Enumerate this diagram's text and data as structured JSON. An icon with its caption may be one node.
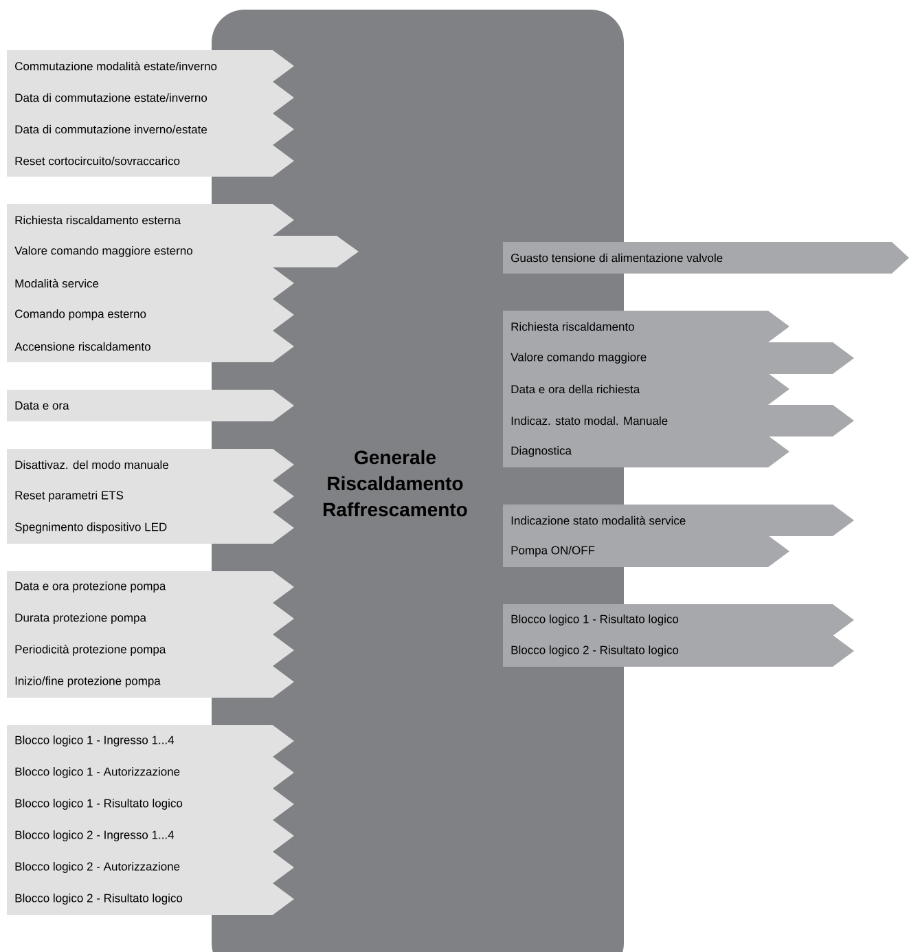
{
  "diagram": {
    "nodes": [
      {
        "text": [
          "Generale Riscaldamento Raffrescamento"
        ]
      },
      {
        "text": [
          "Commutazione modalità estate/inverno"
        ]
      },
      {
        "text": [
          "Data di commutazione estate/inverno"
        ]
      },
      {
        "text": [
          "Data di commutazione inverno/estate"
        ]
      },
      {
        "text": [
          "Reset cortocircuito/sovraccarico"
        ]
      },
      {
        "text": [
          "Richiesta riscaldamento esterna"
        ]
      },
      {
        "text": [
          "Valore comando maggiore esterno"
        ]
      },
      {
        "text": [
          "Modalità service"
        ]
      },
      {
        "text": [
          "Comando pompa esterno"
        ]
      },
      {
        "text": [
          "Accensione riscaldamento"
        ]
      },
      {
        "text": [
          "Data e ora"
        ]
      },
      {
        "text": [
          "Disattivaz. del modo manuale"
        ]
      },
      {
        "text": [
          "Reset parametri ETS"
        ]
      },
      {
        "text": [
          "Spegnimento dispositivo LED"
        ]
      },
      {
        "text": [
          "Data e ora protezione pompa"
        ]
      },
      {
        "text": [
          "Durata protezione pompa"
        ]
      },
      {
        "text": [
          "Periodicità protezione pompa"
        ]
      },
      {
        "text": [
          "Inizio/fine protezione pompa"
        ]
      },
      {
        "text": [
          "Blocco logico 1 - Ingresso 1...4"
        ]
      },
      {
        "text": [
          "Blocco logico 1 - Autorizzazione"
        ]
      },
      {
        "text": [
          "Blocco logico 1 - Risultato logico"
        ]
      },
      {
        "text": [
          "Blocco logico 2 - Ingresso 1...4"
        ]
      },
      {
        "text": [
          "Blocco logico 2 - Autorizzazione"
        ]
      },
      {
        "text": [
          "Blocco logico 2 - Risultato logico"
        ]
      },
      {
        "text": [
          "Guasto tensione di alimentazione valvole"
        ]
      },
      {
        "text": [
          "Richiesta riscaldamento"
        ]
      },
      {
        "text": [
          "Valore comando maggiore"
        ]
      },
      {
        "text": [
          "Data e ora della richiesta"
        ]
      },
      {
        "text": [
          "Indicaz. stato modal. Manuale"
        ]
      },
      {
        "text": [
          "Diagnostica"
        ]
      },
      {
        "text": [
          "Indicazione stato modalità service"
        ]
      },
      {
        "text": [
          "Pompa ON/OFF"
        ]
      },
      {
        "text": [
          "Blocco logico 1 - Risultato logico"
        ]
      },
      {
        "text": [
          "Blocco logico 2 - Risultato logico"
        ]
      }
    ]
  }
}
